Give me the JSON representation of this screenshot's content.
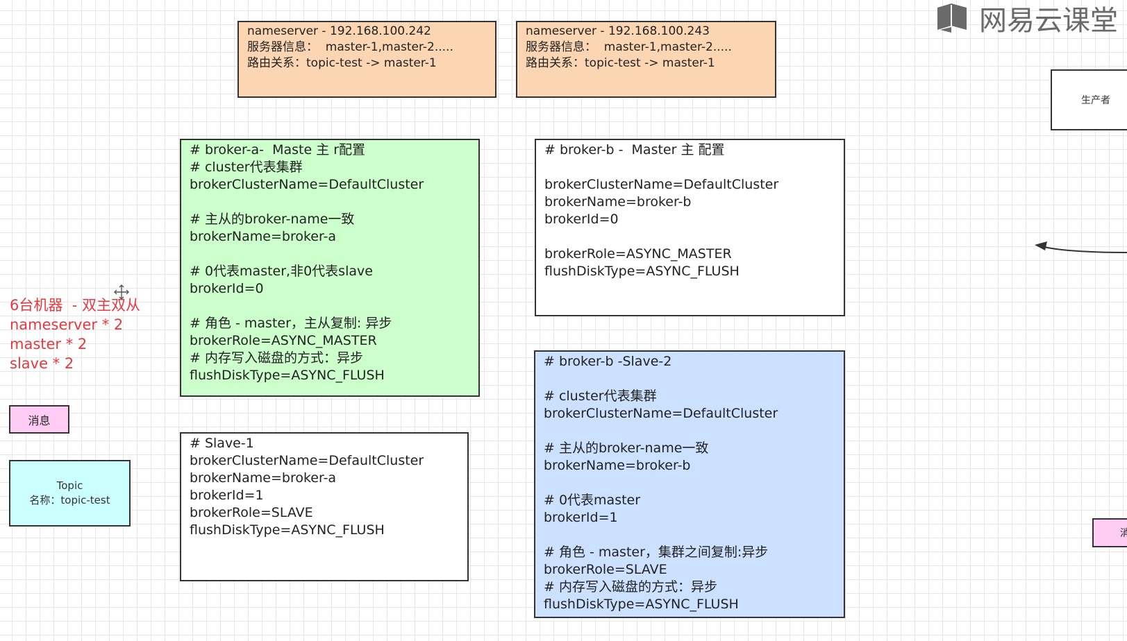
{
  "watermark": {
    "logo_icon": "book-logo-icon",
    "text": "网易云课堂"
  },
  "nameservers": [
    {
      "lines": [
        "nameserver - 192.168.100.242",
        "服务器信息：  master-1,master-2.....",
        "路由关系：topic-test -> master-1"
      ]
    },
    {
      "lines": [
        "nameserver - 192.168.100.243",
        "服务器信息：  master-1,master-2.....",
        "路由关系：topic-test -> master-1"
      ]
    }
  ],
  "broker_a_master": {
    "lines": [
      "# broker-a-  Maste 主 r配置",
      "# cluster代表集群",
      "brokerClusterName=DefaultCluster",
      "",
      "# 主从的broker-name一致",
      "brokerName=broker-a",
      "",
      "# 0代表master,非0代表slave",
      "brokerId=0",
      "",
      "# 角色 - master，主从复制: 异步",
      "brokerRole=ASYNC_MASTER",
      "# 内存写入磁盘的方式：异步",
      "flushDiskType=ASYNC_FLUSH"
    ]
  },
  "broker_a_slave": {
    "lines": [
      "# Slave-1",
      "brokerClusterName=DefaultCluster",
      "brokerName=broker-a",
      "brokerId=1",
      "brokerRole=SLAVE",
      "flushDiskType=ASYNC_FLUSH"
    ]
  },
  "broker_b_master": {
    "lines": [
      "# broker-b -  Master 主 配置",
      "",
      "brokerClusterName=DefaultCluster",
      "brokerName=broker-b",
      "brokerId=0",
      "",
      "brokerRole=ASYNC_MASTER",
      "flushDiskType=ASYNC_FLUSH"
    ]
  },
  "broker_b_slave": {
    "lines": [
      "# broker-b -Slave-2",
      "",
      "# cluster代表集群",
      "brokerClusterName=DefaultCluster",
      "",
      "# 主从的broker-name一致",
      "brokerName=broker-b",
      "",
      "# 0代表master",
      "brokerId=1",
      "",
      "# 角色 - master，集群之间复制:异步",
      "brokerRole=SLAVE",
      "# 内存写入磁盘的方式：异步",
      "flushDiskType=ASYNC_FLUSH"
    ]
  },
  "note": {
    "lines": [
      "6台机器  - 双主双从",
      "nameserver * 2",
      "master * 2",
      "slave * 2"
    ],
    "color": "#e8383d"
  },
  "message_box": {
    "label": "消息"
  },
  "topic_box": {
    "title": "Topic",
    "name": "名称：topic-test"
  },
  "producer_box": {
    "label": "生产者"
  },
  "message_box_right": {
    "label": "消"
  },
  "colors": {
    "nameserver_fill": "#fcd6b3",
    "broker_a_master_fill": "#ccffcc",
    "broker_b_slave_fill": "#cce0ff",
    "message_fill": "#ffccf5",
    "topic_fill": "#ccffff"
  },
  "icons": {
    "move": "move-cursor-icon",
    "arrow": "arrow-left-icon"
  }
}
